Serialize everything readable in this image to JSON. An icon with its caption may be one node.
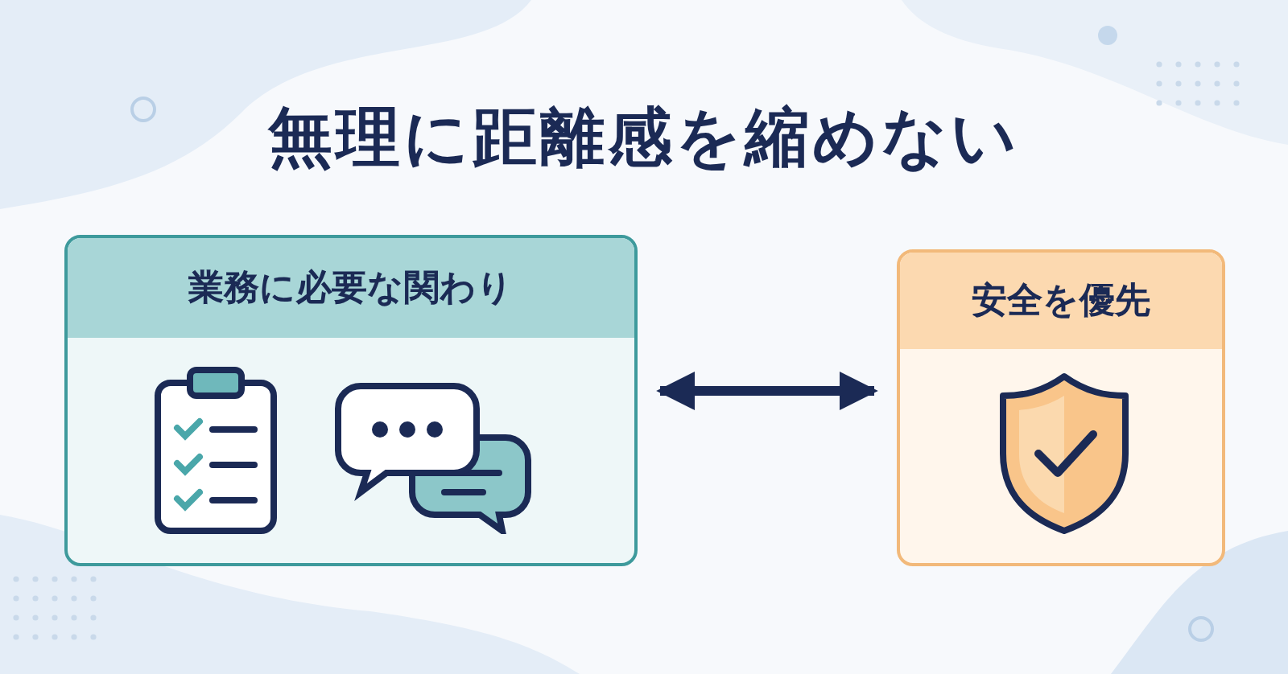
{
  "diagram": {
    "title": "無理に距離感を縮めない",
    "nodes": [
      {
        "text": [
          "業務に必要な関わり"
        ]
      },
      {
        "text": [
          "安全を優先"
        ]
      }
    ],
    "edges": [
      {
        "from": 0,
        "to": 1,
        "arrow": "both"
      }
    ]
  }
}
